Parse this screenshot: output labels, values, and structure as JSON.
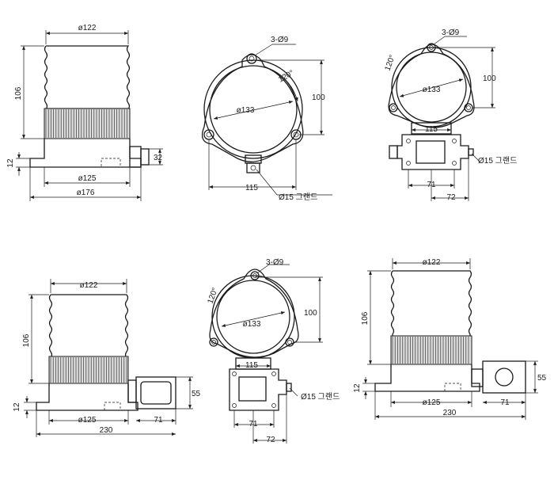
{
  "views": {
    "v1": {
      "top_dia": "ø122",
      "height": "106",
      "base_h": "12",
      "bottom_dia": "ø125",
      "overall_dia": "ø176",
      "gland_h": "32"
    },
    "v2": {
      "holes": "3-Ø9",
      "angle": "120°",
      "dia": "ø133",
      "height": "100",
      "width": "115",
      "gland": "Ø15 그랜드"
    },
    "v3": {
      "holes": "3-Ø9",
      "angle": "120°",
      "dia": "ø133",
      "height": "100",
      "width": "115",
      "gland": "Ø15 그랜드",
      "box_w": "71",
      "box_off": "72"
    },
    "v4": {
      "top_dia": "ø122",
      "height": "106",
      "base_h": "12",
      "bottom_dia": "ø125",
      "box_w": "71",
      "overall_w": "230",
      "box_h": "55"
    },
    "v5": {
      "holes": "3-Ø9",
      "angle": "120°",
      "dia": "ø133",
      "height": "100",
      "width": "115",
      "gland": "Ø15 그랜드",
      "box_w": "71",
      "box_off": "72"
    },
    "v6": {
      "top_dia": "ø122",
      "height": "106",
      "base_h": "12",
      "bottom_dia": "ø125",
      "box_w": "71",
      "overall_w": "230",
      "box_h": "55"
    }
  }
}
